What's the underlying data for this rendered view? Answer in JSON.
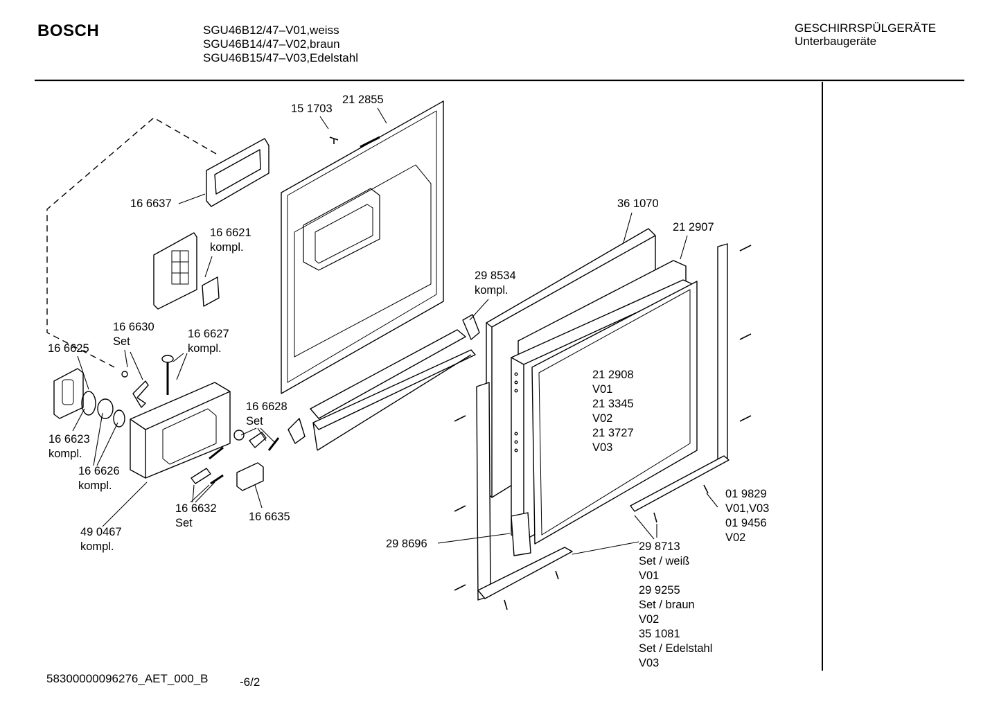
{
  "header": {
    "brand": "BOSCH",
    "models": [
      "SGU46B12/47–V01,weiss",
      "SGU46B14/47–V02,braun",
      "SGU46B15/47–V03,Edelstahl"
    ],
    "category": "GESCHIRRSPÜLGERÄTE",
    "subcategory": "Unterbaugeräte"
  },
  "footer": {
    "doc_id": "58300000096276_AET_000_B",
    "page": "-6/2"
  },
  "parts": {
    "p151703": [
      "15 1703"
    ],
    "p212855": [
      "21 2855"
    ],
    "p166637": [
      "16 6637"
    ],
    "p166621": [
      "16 6621",
      "kompl."
    ],
    "p361070": [
      "36 1070"
    ],
    "p212907": [
      "21 2907"
    ],
    "p298534": [
      "29 8534",
      "kompl."
    ],
    "p166630": [
      "16 6630",
      "Set"
    ],
    "p166627": [
      "16 6627",
      "kompl."
    ],
    "p166625": [
      "16 6625"
    ],
    "p166628": [
      "16 6628",
      "Set"
    ],
    "p212908": [
      "21 2908",
      "V01",
      "21 3345",
      "V02",
      "21 3727",
      "V03"
    ],
    "p166623": [
      "16 6623",
      "kompl."
    ],
    "p166626": [
      "16 6626",
      "kompl."
    ],
    "p166632": [
      "16 6632",
      "Set"
    ],
    "p166635": [
      "16 6635"
    ],
    "p019829": [
      "01 9829",
      "V01,V03",
      "01 9456",
      "V02"
    ],
    "p490467": [
      "49 0467",
      "kompl."
    ],
    "p298696": [
      "29 8696"
    ],
    "p298713": [
      "29 8713",
      "Set / weiß",
      "V01",
      "29 9255",
      "Set / braun",
      "V02",
      "35 1081",
      "Set / Edelstahl",
      "V03"
    ]
  }
}
